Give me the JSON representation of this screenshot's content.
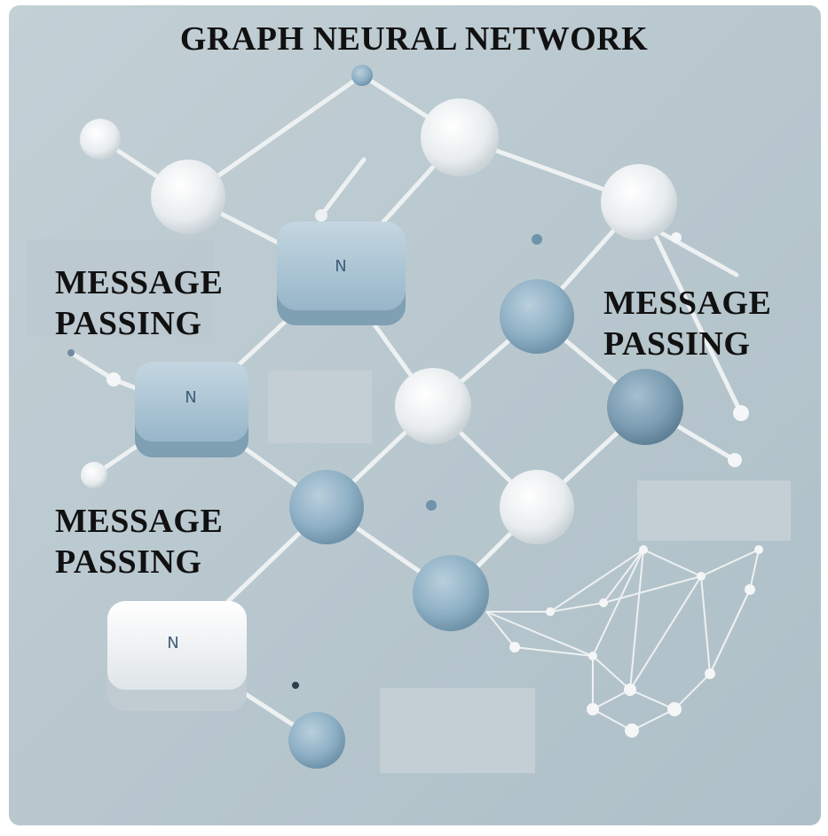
{
  "title": "GRAPH NEURAL NETWORK",
  "labels": [
    {
      "line1": "MESSAGE",
      "line2": "PASSING"
    },
    {
      "line1": "MESSAGE",
      "line2": "PASSING"
    },
    {
      "line1": "MESSAGE",
      "line2": "PASSING"
    }
  ],
  "node_blocks": [
    {
      "letter": "N"
    },
    {
      "letter": "N"
    },
    {
      "letter": "N"
    }
  ],
  "colors": {
    "background": "#b7c6cd",
    "white_node": "#f0f2f3",
    "blue_node": "#8eb1c6",
    "block": "#a9c3d3",
    "edge": "#eef1f2",
    "text": "#111111"
  }
}
